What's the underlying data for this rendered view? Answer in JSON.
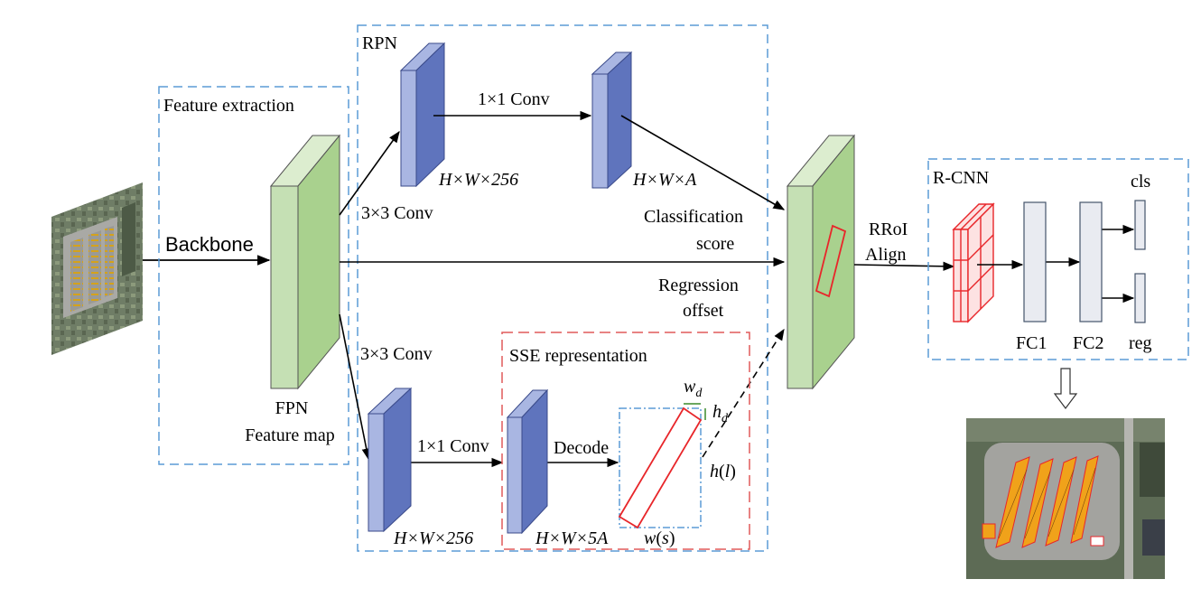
{
  "labels": {
    "backbone": "Backbone",
    "feature_extraction": "Feature extraction",
    "fpn_line1": "FPN",
    "fpn_line2": "Feature map",
    "rpn": "RPN",
    "conv3x3_top": "3×3 Conv",
    "conv3x3_bottom": "3×3 Conv",
    "conv1x1_top": "1×1 Conv",
    "conv1x1_bottom": "1×1 Conv",
    "dim_hw256_top": "H×W×256",
    "dim_hwa": "H×W×A",
    "dim_hw256_bottom": "H×W×256",
    "dim_hw5a": "H×W×5A",
    "classification_line1": "Classification",
    "classification_line2": "score",
    "regression_line1": "Regression",
    "regression_line2": "offset",
    "sse": "SSE representation",
    "decode": "Decode",
    "wd_base": "w",
    "wd_sub": "d",
    "hd_base": "h",
    "hd_sub": "d",
    "hl_h": "h",
    "hl_l": "l",
    "ws_w": "w",
    "ws_s": "s",
    "rroi_line1": "RRoI",
    "rroi_line2": "Align",
    "rcnn": "R-CNN",
    "fc1": "FC1",
    "fc2": "FC2",
    "cls": "cls",
    "reg": "reg"
  },
  "colors": {
    "blue_front": "#7b8fce",
    "blue_side": "#4f66ae",
    "blue_top": "#a9b6e2",
    "green_front": "#a9d18e",
    "green_side": "#c5e0b4",
    "green_top": "#dcedcf",
    "dashed_blue": "#5b9bd5",
    "dashed_red": "#e05a5a",
    "red": "#e8262a",
    "fc_fill": "#e9ebf1",
    "fc_stroke": "#44546a"
  }
}
